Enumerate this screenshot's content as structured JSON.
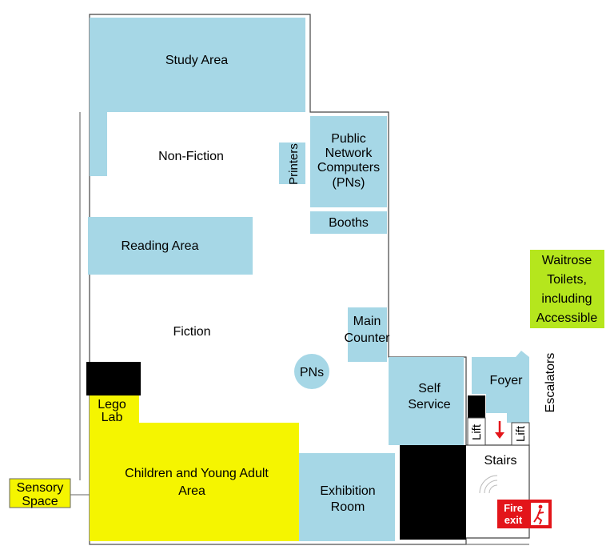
{
  "colors": {
    "blue": "#a6d7e6",
    "yellow": "#f5f500",
    "green": "#b5e61d",
    "black": "#000000",
    "fire": "#e3151a"
  },
  "rooms": {
    "study_area": "Study Area",
    "non_fiction": "Non-Fiction",
    "printers": "Printers",
    "pn_line1": "Public",
    "pn_line2": "Network",
    "pn_line3": "Computers",
    "pn_line4": "(PNs)",
    "booths": "Booths",
    "reading_area": "Reading Area",
    "fiction": "Fiction",
    "main_counter_line1": "Main",
    "main_counter_line2": "Counter",
    "pns": "PNs",
    "self_service_line1": "Self",
    "self_service_line2": "Service",
    "foyer": "Foyer",
    "escalators": "Escalators",
    "lift_left": "Lift",
    "lift_right": "Lift",
    "stairs": "Stairs",
    "lego_line1": "Lego",
    "lego_line2": "Lab",
    "children_line1": "Children and Young Adult",
    "children_line2": "Area",
    "sensory_line1": "Sensory",
    "sensory_line2": "Space",
    "exhibition_line1": "Exhibition",
    "exhibition_line2": "Room",
    "waitrose_line1": "Waitrose",
    "waitrose_line2": "Toilets,",
    "waitrose_line3": "including",
    "waitrose_line4": "Accessible",
    "fire_line1": "Fire",
    "fire_line2": "exit"
  }
}
